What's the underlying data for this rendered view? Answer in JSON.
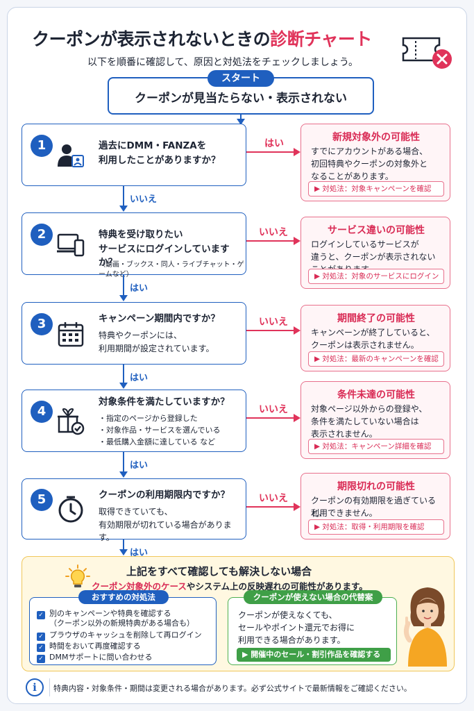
{
  "header": {
    "title_main": "クーポンが表示されないときの",
    "title_highlight": "診断チャート",
    "subtitle": "以下を順番に確認して、原因と対処法をチェックしましょう。"
  },
  "start": {
    "badge": "スタート",
    "text": "クーポンが見当たらない・表示されない"
  },
  "steps": [
    {
      "num": "1",
      "title_lines": [
        "過去にDMM・FANZAを",
        "利用したことがありますか？"
      ],
      "sub_lines": [],
      "small": "",
      "branch_label": "はい",
      "down_label": "いいえ",
      "result": {
        "title": "新規対象外の可能性",
        "lines": [
          "すでにアカウントがある場合、",
          "初回特典やクーポンの対象外と",
          "なることがあります。"
        ],
        "action": "▶ 対処法：対象キャンペーンを確認"
      }
    },
    {
      "num": "2",
      "title_lines": [
        "特典を受け取りたい",
        "サービスにログインしていますか？"
      ],
      "sub_lines": [],
      "small": "（動画・ブックス・同人・ライブチャット・ゲームなど）",
      "branch_label": "いいえ",
      "down_label": "はい",
      "result": {
        "title": "サービス違いの可能性",
        "lines": [
          "ログインしているサービスが",
          "違うと、クーポンが表示されない",
          "ことがあります。"
        ],
        "action": "▶ 対処法：対象のサービスにログイン"
      }
    },
    {
      "num": "3",
      "title_lines": [
        "キャンペーン期間内ですか？"
      ],
      "sub_lines": [
        "特典やクーポンには、",
        "利用期間が設定されています。"
      ],
      "small": "",
      "branch_label": "いいえ",
      "down_label": "はい",
      "result": {
        "title": "期間終了の可能性",
        "lines": [
          "キャンペーンが終了していると、",
          "クーポンは表示されません。"
        ],
        "action": "▶ 対処法：最新のキャンペーンを確認"
      }
    },
    {
      "num": "4",
      "title_lines": [
        "対象条件を満たしていますか？"
      ],
      "sub_lines": [
        "・指定のページから登録した",
        "・対象作品・サービスを選んでいる",
        "・最低購入金額に達している など"
      ],
      "small": "",
      "branch_label": "いいえ",
      "down_label": "はい",
      "result": {
        "title": "条件未達の可能性",
        "lines": [
          "対象ページ以外からの登録や、",
          "条件を満たしていない場合は",
          "表示されません。"
        ],
        "action": "▶ 対処法：キャンペーン詳細を確認"
      }
    },
    {
      "num": "5",
      "title_lines": [
        "クーポンの利用期限内ですか？"
      ],
      "sub_lines": [
        "取得できていても、",
        "有効期限が切れている場合があります。"
      ],
      "small": "",
      "branch_label": "いいえ",
      "down_label": "はい",
      "result": {
        "title": "期限切れの可能性",
        "lines": [
          "クーポンの有効期限を過ぎていると、",
          "利用できません。"
        ],
        "action": "▶ 対処法：取得・利用期限を確認"
      }
    }
  ],
  "bottom": {
    "title": "上記をすべて確認しても解決しない場合",
    "sub_highlight": "クーポン対象外のケース",
    "sub_rest": "やシステム上の反映遅れの可能性があります。",
    "left_tag": "おすすめの対処法",
    "checklist": [
      "別のキャンペーンや特典を確認する",
      "プラウザのキャッシュを削除して再ログイン",
      "時間をおいて再度確認する",
      "DMMサポートに問い合わせる"
    ],
    "checklist_note": "（クーポン以外の新規特典がある場合も）",
    "right_tag": "クーポンが使えない場合の代替案",
    "right_lines": [
      "クーポンが使えなくても、",
      "セールやポイント還元でお得に",
      "利用できる場合があります。"
    ],
    "right_button": "▶ 開催中のセール・割引作品を確認する"
  },
  "footer": {
    "text": "特典内容・対象条件・期間は変更される場合があります。必ず公式サイトで最新情報をご確認ください。"
  }
}
